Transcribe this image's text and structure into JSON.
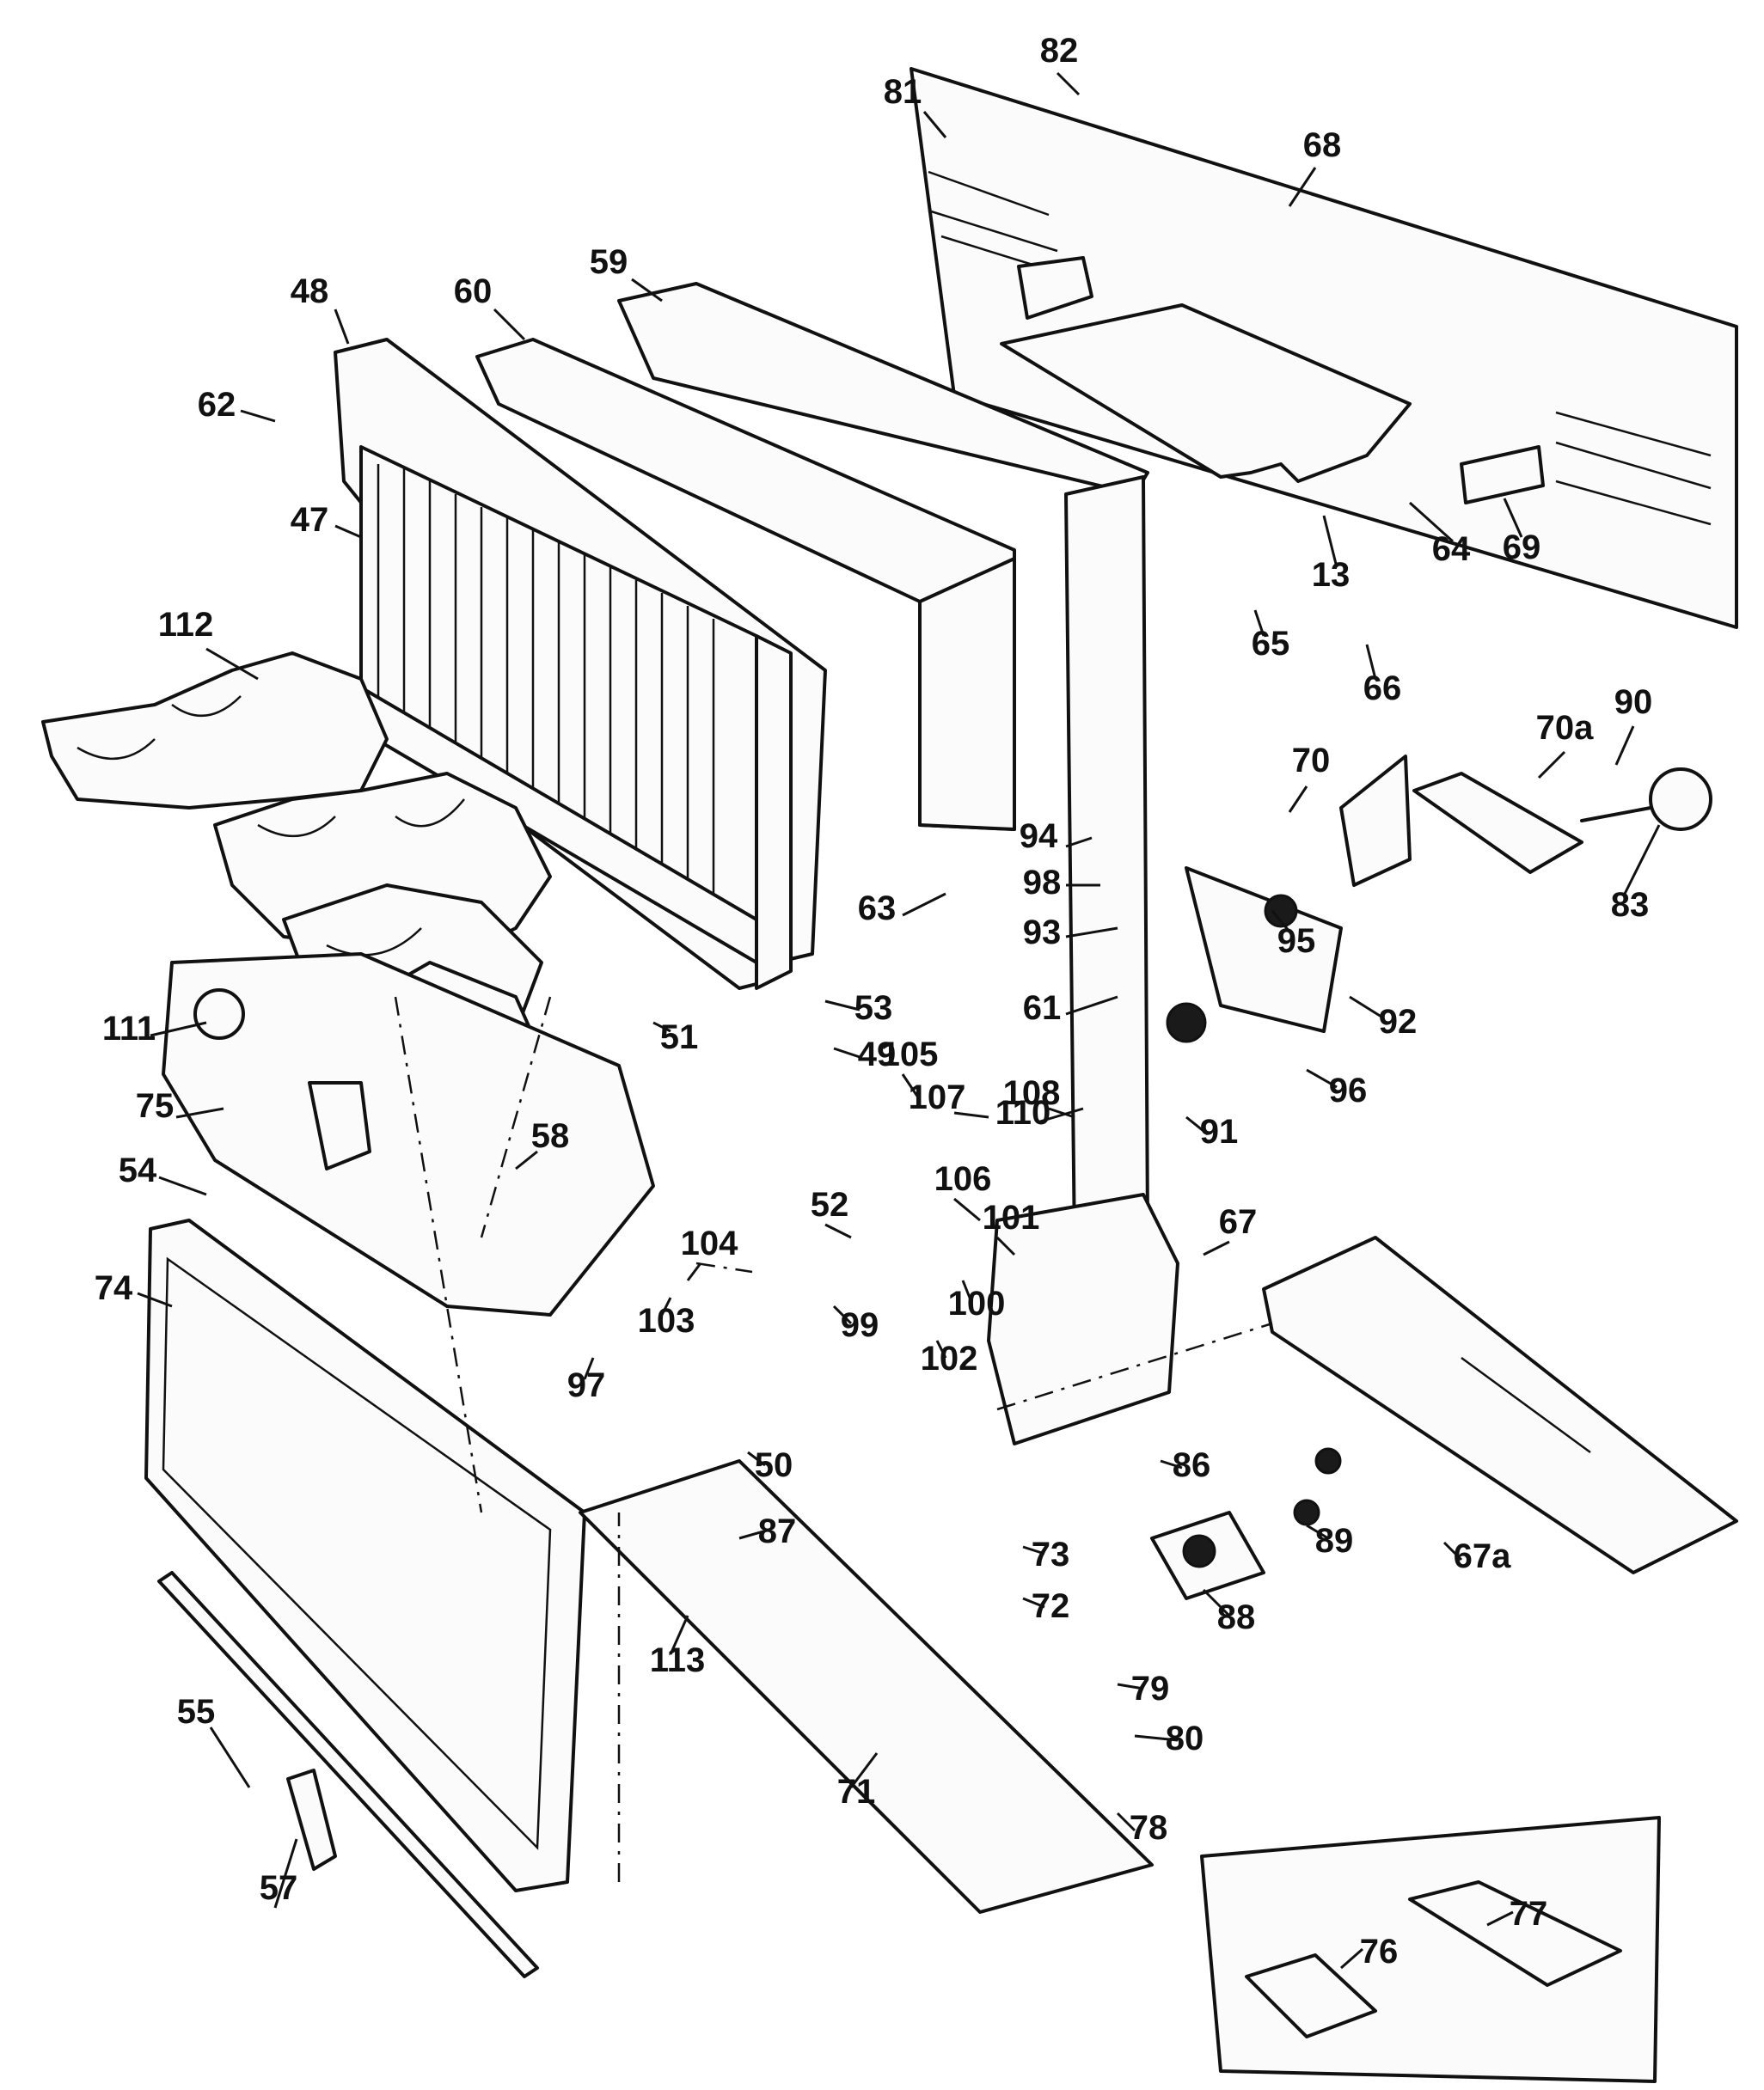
{
  "labels": [
    "82",
    "81",
    "68",
    "59",
    "60",
    "48",
    "62",
    "47",
    "64",
    "13",
    "69",
    "65",
    "66",
    "70a",
    "90",
    "70",
    "94",
    "98",
    "93",
    "61",
    "63",
    "83",
    "112",
    "53",
    "49",
    "110",
    "91",
    "95",
    "92",
    "111",
    "75",
    "51",
    "105",
    "107",
    "108",
    "96",
    "54",
    "58",
    "52",
    "106",
    "101",
    "67",
    "74",
    "104",
    "103",
    "99",
    "100",
    "102",
    "97",
    "50",
    "86",
    "89",
    "67a",
    "87",
    "73",
    "72",
    "88",
    "113",
    "55",
    "79",
    "80",
    "71",
    "78",
    "57",
    "76",
    "77"
  ],
  "colors": {
    "ink": "#111111",
    "paper": "#ffffff"
  }
}
